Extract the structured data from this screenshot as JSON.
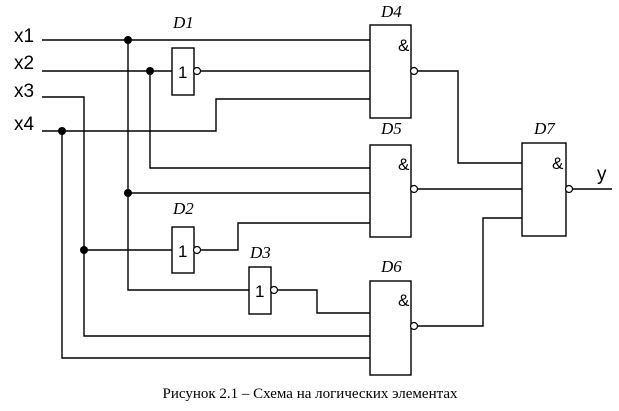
{
  "inputs": {
    "x1": "x1",
    "x2": "x2",
    "x3": "x3",
    "x4": "x4"
  },
  "output": "y",
  "gates": {
    "D1": {
      "label": "D1",
      "symbol": "1",
      "type": "NOT"
    },
    "D2": {
      "label": "D2",
      "symbol": "1",
      "type": "NOT"
    },
    "D3": {
      "label": "D3",
      "symbol": "1",
      "type": "NOT"
    },
    "D4": {
      "label": "D4",
      "symbol": "&",
      "type": "NAND"
    },
    "D5": {
      "label": "D5",
      "symbol": "&",
      "type": "NAND"
    },
    "D6": {
      "label": "D6",
      "symbol": "&",
      "type": "NAND"
    },
    "D7": {
      "label": "D7",
      "symbol": "&",
      "type": "NAND"
    }
  },
  "caption": "Рисунок 2.1 – Схема на логических элементах"
}
